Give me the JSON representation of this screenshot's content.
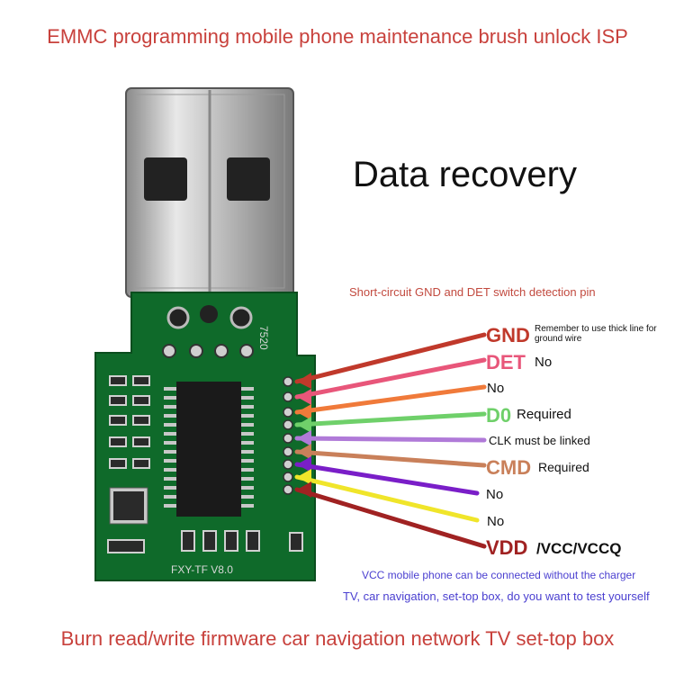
{
  "header": {
    "title": "EMMC programming mobile phone maintenance brush unlock ISP"
  },
  "main": {
    "heading": "Data recovery",
    "subnote": "Short-circuit GND and DET switch detection pin"
  },
  "pins": [
    {
      "label": "GND",
      "desc": "Remember to use thick line for ground wire",
      "color": "#c0392b"
    },
    {
      "label": "DET",
      "desc": "No",
      "color": "#e8567a"
    },
    {
      "label": "",
      "desc": "No",
      "color": "#f07a3a"
    },
    {
      "label": "D0",
      "desc": "Required",
      "color": "#6fd06a"
    },
    {
      "label": "",
      "desc": "CLK must be linked",
      "color": "#b07ad8"
    },
    {
      "label": "CMD",
      "desc": "Required",
      "color": "#c9805a"
    },
    {
      "label": "",
      "desc": "No",
      "color": "#7a1ec8"
    },
    {
      "label": "",
      "desc": "No",
      "color": "#f0e52a"
    },
    {
      "label": "VDD",
      "desc": "/VCC/VCCQ",
      "color": "#a02222"
    }
  ],
  "notes": {
    "vcc": "VCC mobile phone can be connected without the charger",
    "tv": "TV, car navigation, set-top box, do you want to test yourself"
  },
  "board": {
    "marking_top": "7520",
    "marking_bottom": "FXY-TF V8.0"
  },
  "footer": {
    "title": "Burn read/write firmware car navigation network TV set-top box"
  }
}
